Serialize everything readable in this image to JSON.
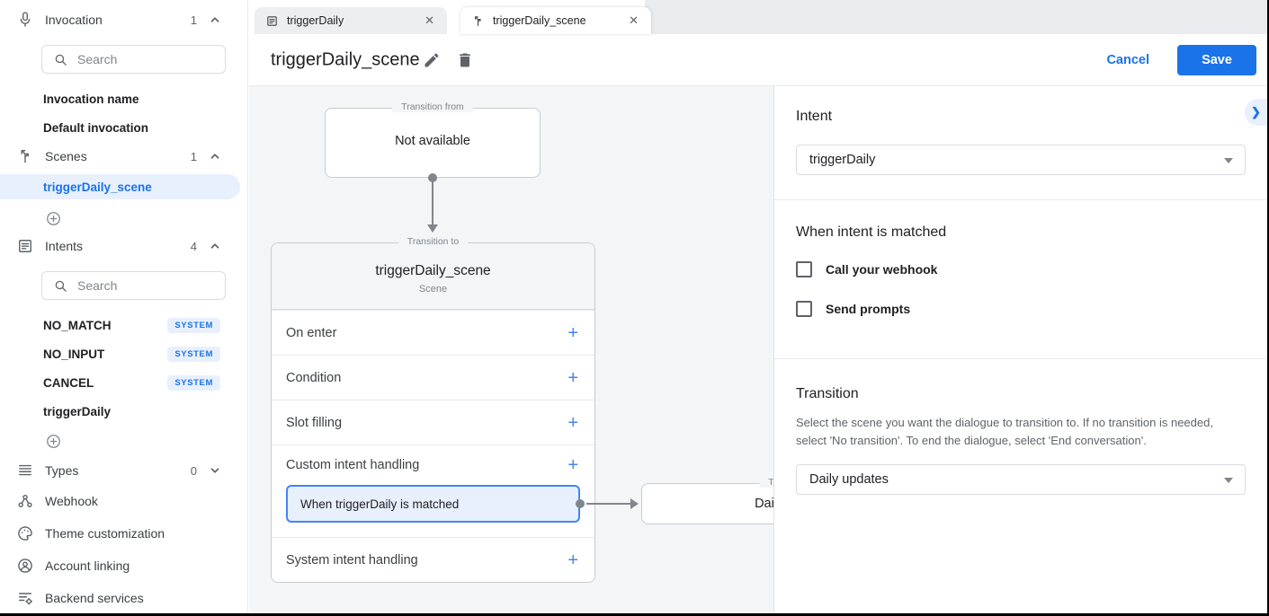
{
  "colors": {
    "accent": "#1a73e8",
    "badge_bg": "#e8f0fe",
    "selected_bg": "#e8f0fe",
    "save_bg": "#1a73e8"
  },
  "icons": {
    "plus": "+",
    "close": "✕",
    "chevron_right": "❯"
  },
  "sidebar": {
    "invocation": {
      "label": "Invocation",
      "count": "1",
      "search_placeholder": "Search",
      "items": [
        {
          "label": "Invocation name"
        },
        {
          "label": "Default invocation"
        }
      ]
    },
    "scenes": {
      "label": "Scenes",
      "count": "1",
      "selected_item": "triggerDaily_scene"
    },
    "intents": {
      "label": "Intents",
      "count": "4",
      "search_placeholder": "Search",
      "items": [
        {
          "name": "NO_MATCH",
          "badge": "SYSTEM"
        },
        {
          "name": "NO_INPUT",
          "badge": "SYSTEM"
        },
        {
          "name": "CANCEL",
          "badge": "SYSTEM"
        },
        {
          "name": "triggerDaily",
          "badge": ""
        }
      ]
    },
    "types": {
      "label": "Types",
      "count": "0"
    },
    "nav": [
      {
        "label": "Webhook"
      },
      {
        "label": "Theme customization"
      },
      {
        "label": "Account linking"
      },
      {
        "label": "Backend services"
      }
    ]
  },
  "tabs": [
    {
      "title": "triggerDaily"
    },
    {
      "title": "triggerDaily_scene"
    }
  ],
  "header": {
    "title": "triggerDaily_scene",
    "cancel_label": "Cancel",
    "save_label": "Save"
  },
  "canvas": {
    "transition_from": {
      "legend": "Transition from",
      "value": "Not available"
    },
    "scene_card": {
      "legend": "Transition to",
      "title": "triggerDaily_scene",
      "subtitle": "Scene",
      "rows": [
        "On enter",
        "Condition",
        "Slot filling",
        "Custom intent handling",
        "System intent handling"
      ],
      "custom_intent_item": "When triggerDaily is matched"
    },
    "target_box": {
      "legend": "Transition to",
      "title": "Daily updates"
    }
  },
  "panel": {
    "intent": {
      "heading": "Intent",
      "value": "triggerDaily"
    },
    "matched": {
      "heading": "When intent is matched",
      "options": [
        {
          "label": "Call your webhook",
          "checked": false
        },
        {
          "label": "Send prompts",
          "checked": false
        }
      ]
    },
    "transition": {
      "heading": "Transition",
      "description": "Select the scene you want the dialogue to transition to. If no transition is needed, select 'No transition'. To end the dialogue, select 'End conversation'.",
      "value": "Daily updates"
    }
  }
}
